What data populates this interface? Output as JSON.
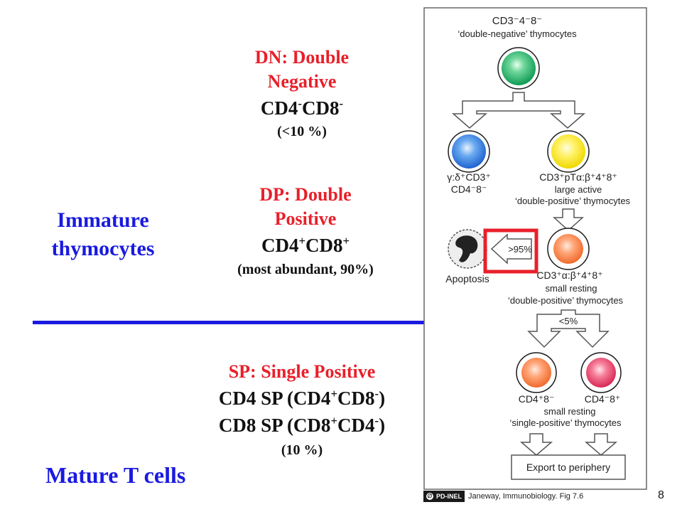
{
  "dn": {
    "title_line1": "DN: Double",
    "title_line2": "Negative",
    "marker_a": "CD4",
    "marker_b": "CD8",
    "sign_a": "-",
    "sign_b": "-",
    "pct": "(<10 %)"
  },
  "dp": {
    "title_line1": "DP: Double",
    "title_line2": "Positive",
    "marker_a": "CD4",
    "marker_b": "CD8",
    "sign_a": "+",
    "sign_b": "+",
    "pct": "(most abundant, 90%)"
  },
  "sp": {
    "title": "SP: Single Positive",
    "line1_lead": "CD4 SP (CD4",
    "line1_sup1": "+",
    "line1_mid": "CD8",
    "line1_sup2": "-",
    "line1_end": ")",
    "line2_lead": "CD8 SP (CD8",
    "line2_sup1": "+",
    "line2_mid": "CD4",
    "line2_sup2": "-",
    "line2_end": ")",
    "pct": "(10 %)"
  },
  "immature_line1": "Immature",
  "immature_line2": "thymocytes",
  "mature": "Mature T cells",
  "slide_number": "8",
  "figure": {
    "top_label": "CD3⁻4⁻8⁻",
    "top_sub": "‘double-negative’ thymocytes",
    "gd_line1": "γ:δ⁺CD3⁺",
    "gd_line2": "CD4⁻8⁻",
    "dp_large_line1": "CD3⁺pTα:β⁺4⁺8⁺",
    "dp_large_line2": "large active",
    "dp_large_line3": "‘double-positive’ thymocytes",
    "apoptosis": "Apoptosis",
    "pct_arrow": ">95%",
    "dp_small_line1": "CD3⁺α:β⁺4⁺8⁺",
    "dp_small_line2": "small resting",
    "dp_small_line3": "‘double-positive’ thymocytes",
    "lt5": "<5%",
    "cd4_label": "CD4⁺8⁻",
    "cd8_label": "CD4⁻8⁺",
    "sp_line1": "small resting",
    "sp_line2": "‘single-positive’ thymocytes",
    "export": "Export to periphery"
  },
  "credit": {
    "badge": "PD-INEL",
    "text": "Janeway,  Immunobiology.  Fig 7.6"
  },
  "colors": {
    "red_text": "#e8202a",
    "blue_text": "#1a1ae0",
    "divider": "#1a1ae0",
    "highlight_box": "#e8202a"
  }
}
